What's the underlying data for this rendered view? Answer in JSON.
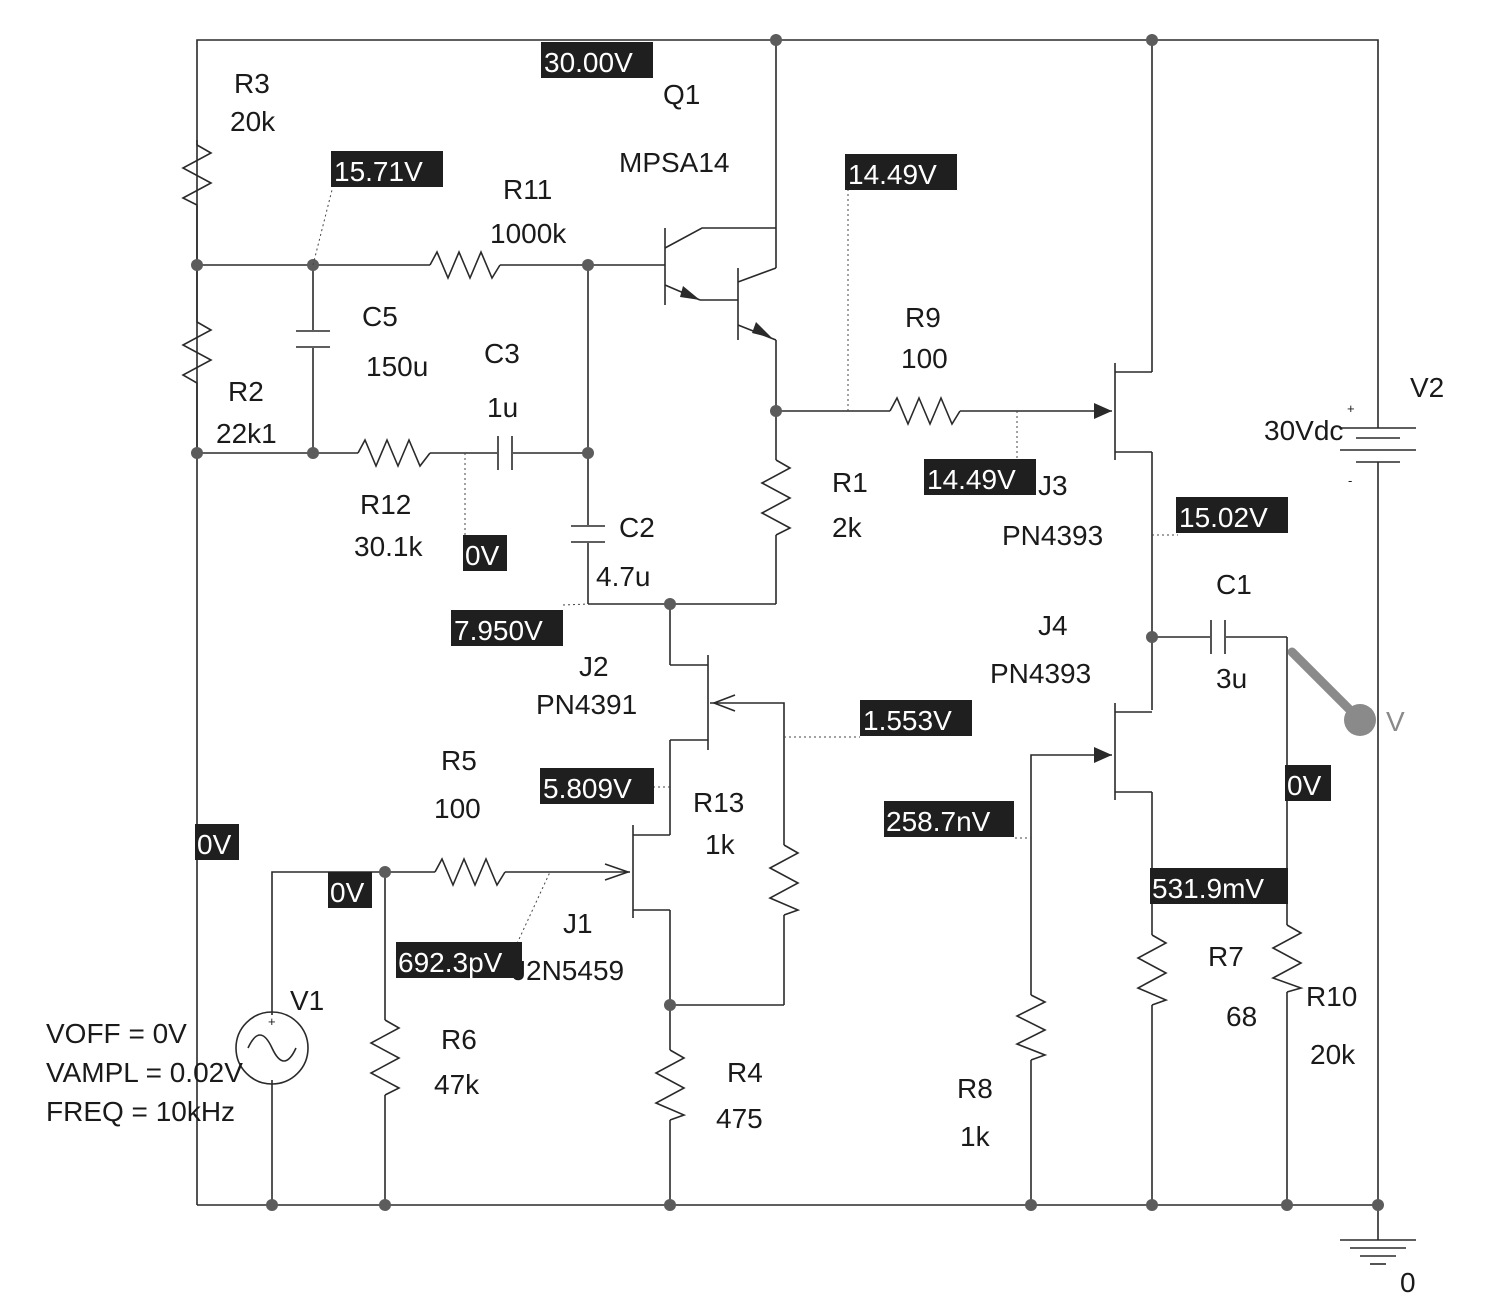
{
  "components": {
    "R3": {
      "ref": "R3",
      "value": "20k"
    },
    "R2": {
      "ref": "R2",
      "value": "22k1"
    },
    "R11": {
      "ref": "R11",
      "value": "1000k"
    },
    "R12": {
      "ref": "R12",
      "value": "30.1k"
    },
    "C5": {
      "ref": "C5",
      "value": "150u"
    },
    "C3": {
      "ref": "C3",
      "value": "1u"
    },
    "C2": {
      "ref": "C2",
      "value": "4.7u"
    },
    "Q1": {
      "ref": "Q1",
      "value": "MPSA14"
    },
    "R9": {
      "ref": "R9",
      "value": "100"
    },
    "R1": {
      "ref": "R1",
      "value": "2k"
    },
    "J3": {
      "ref": "J3",
      "value": "PN4393"
    },
    "J4": {
      "ref": "J4",
      "value": "PN4393"
    },
    "J2": {
      "ref": "J2",
      "value": "PN4391"
    },
    "J1": {
      "ref": "J1",
      "value": "J2N5459"
    },
    "R13": {
      "ref": "R13",
      "value": "1k"
    },
    "R5": {
      "ref": "R5",
      "value": "100"
    },
    "R6": {
      "ref": "R6",
      "value": "47k"
    },
    "R4": {
      "ref": "R4",
      "value": "475"
    },
    "R8": {
      "ref": "R8",
      "value": "1k"
    },
    "R7": {
      "ref": "R7",
      "value": "68"
    },
    "R10": {
      "ref": "R10",
      "value": "20k"
    },
    "C1": {
      "ref": "C1",
      "value": "3u"
    },
    "V2": {
      "ref": "V2",
      "value": "30Vdc"
    },
    "V1": {
      "ref": "V1",
      "voff": "VOFF = 0V",
      "vampl": "VAMPL = 0.02V",
      "freq": "FREQ = 10kHz"
    }
  },
  "ground_label": "0",
  "probe_label": "V",
  "polarity": {
    "plus": "+",
    "minus": "-"
  },
  "voltages": {
    "top_rail": "30.00V",
    "r3_r2_node": "15.71V",
    "q1_emitter": "14.49V",
    "j3_gate": "14.49V",
    "r12_c3_node": "0V",
    "c2_bottom": "7.950V",
    "j3_source": "15.02V",
    "j2_gate": "1.553V",
    "j1_drain": "5.809V",
    "ground_rail": "0V",
    "v1_node": "0V",
    "j1_gate": "692.3pV",
    "j4_gate": "258.7nV",
    "output": "0V",
    "j4_source": "531.9mV"
  }
}
